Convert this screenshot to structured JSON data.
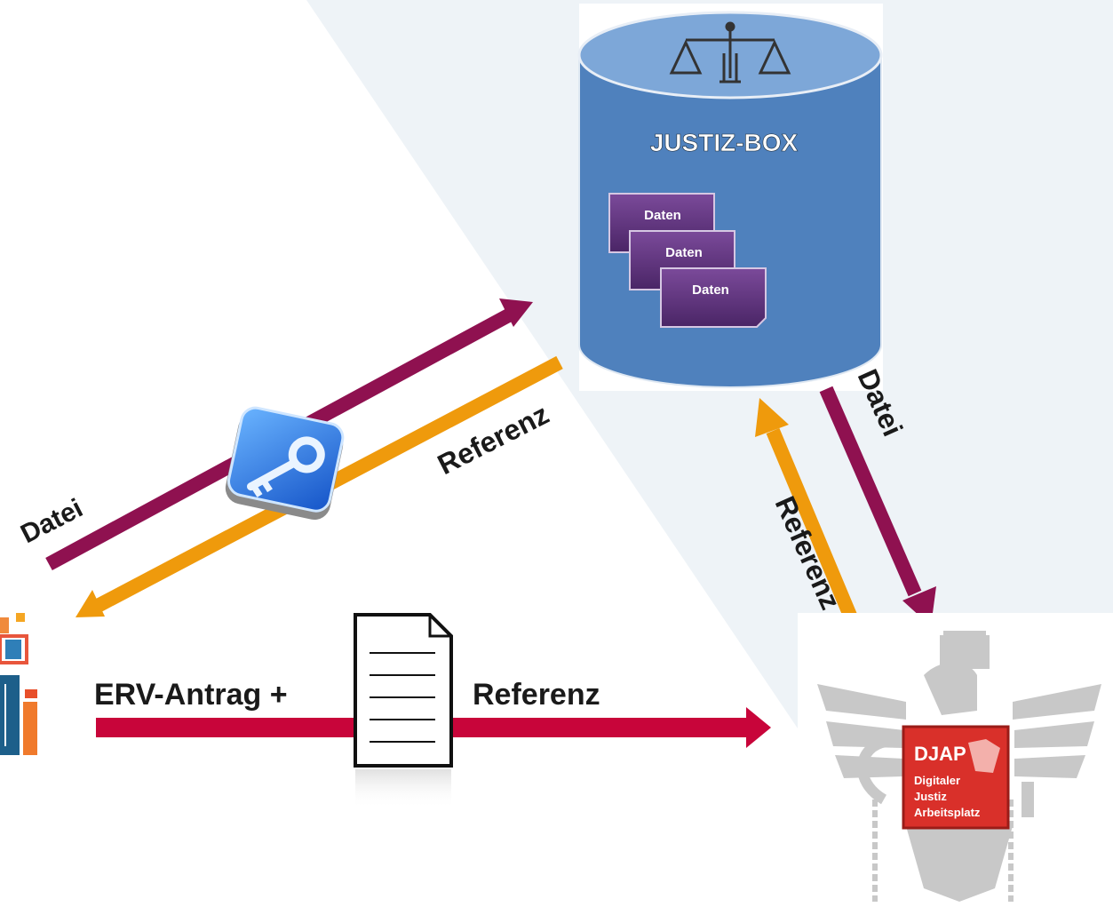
{
  "justiz_box": {
    "title": "JUSTIZ-BOX",
    "data_items": [
      "Daten",
      "Daten",
      "Daten"
    ]
  },
  "flows": {
    "upper_datei": "Datei",
    "upper_referenz": "Referenz",
    "right_datei": "Datei",
    "right_referenz": "Referenz",
    "bottom_left": "ERV-Antrag +",
    "bottom_right": "Referenz"
  },
  "djap": {
    "title": "DJAP",
    "line1": "Digitaler",
    "line2": "Justiz",
    "line3": "Arbeitsplatz"
  },
  "icons": {
    "scales": "scales-of-justice-icon",
    "key": "key-icon",
    "document": "document-icon",
    "eagle": "austrian-eagle-icon",
    "building": "law-firm-building-icon"
  },
  "colors": {
    "datei_arrow": "#8f1150",
    "referenz_arrow": "#ef9a0c",
    "erv_arrow": "#c8053a",
    "cylinder": "#4f81bd",
    "djap": "#d9302a",
    "daten_card": "#6a3a86"
  }
}
